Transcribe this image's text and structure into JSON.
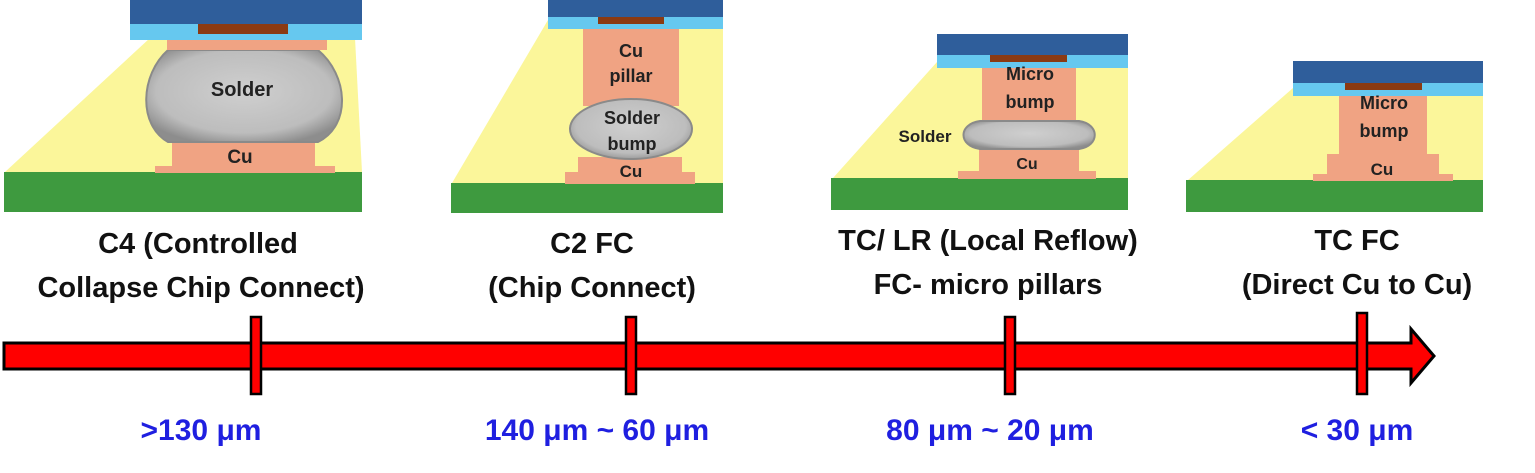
{
  "stages": [
    {
      "title_lines": [
        "C4 (Controlled",
        "Collapse Chip Connect)"
      ],
      "pitch": ">130 μm",
      "labels": {
        "solder": "Solder",
        "cu": "Cu"
      }
    },
    {
      "title_lines": [
        "C2 FC",
        "(Chip Connect)"
      ],
      "pitch": "140 μm ~ 60 μm",
      "labels": {
        "pillar_1": "Cu",
        "pillar_2": "pillar",
        "bump_1": "Solder",
        "bump_2": "bump",
        "cu": "Cu"
      }
    },
    {
      "title_lines": [
        "TC/ LR (Local Reflow)",
        "FC- micro pillars"
      ],
      "pitch": "80 μm ~ 20 μm",
      "labels": {
        "micro_1": "Micro",
        "micro_2": "bump",
        "solder": "Solder",
        "cu": "Cu"
      }
    },
    {
      "title_lines": [
        "TC FC",
        "(Direct Cu to Cu)"
      ],
      "pitch": "< 30 μm",
      "labels": {
        "micro_1": "Micro",
        "micro_2": "bump",
        "cu": "Cu"
      }
    }
  ],
  "colors": {
    "die": "#2f5e9b",
    "passivation": "#66c8ef",
    "pad": "#8b3a12",
    "copper": "#f0a383",
    "solder": "#c0c0c0",
    "underfill": "#fbf69a",
    "substrate": "#3e9a3f",
    "arrow": "#ff0000",
    "pitch_text": "#1f1fe0"
  },
  "timeline_icon": "right-arrow-icon"
}
